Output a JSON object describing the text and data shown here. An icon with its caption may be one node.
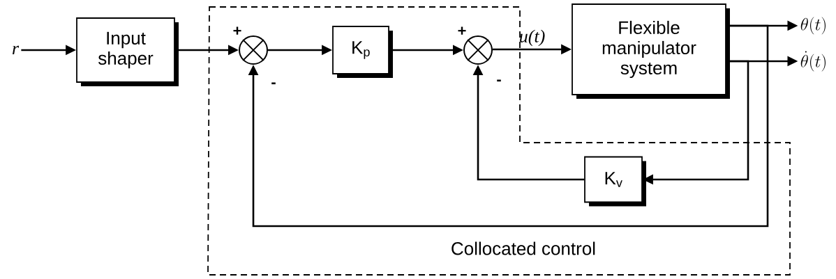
{
  "diagram": {
    "nodes": [
      {
        "text": [
          "r"
        ]
      },
      {
        "text": [
          "Input shaper"
        ]
      },
      {
        "text": [
          "Collocated control"
        ]
      },
      {
        "text": [],
        "shape": "circle",
        "in": 2
      },
      {
        "text": [
          "K$_{p}$"
        ],
        "in": 2
      },
      {
        "text": [],
        "shape": "circle",
        "in": 2
      },
      {
        "text": [
          "Flexible manipulator system"
        ]
      },
      {
        "text": [
          "\\theta(t)"
        ]
      },
      {
        "text": [
          "\\dot{\\theta}(t)"
        ]
      },
      {
        "text": [
          "K$_{v}$"
        ],
        "in": 2
      }
    ],
    "edges": [
      {
        "from": 0,
        "to": 1,
        "arrow": "to"
      },
      {
        "from": 1,
        "to": 3,
        "arrow": "to"
      },
      {
        "from": 3,
        "to": 4,
        "arrow": "to"
      },
      {
        "from": 4,
        "to": 5,
        "arrow": "to"
      },
      {
        "from": 5,
        "to": 6,
        "arrow": "to",
        "label": "u(t)"
      },
      {
        "from": 6,
        "to": 7,
        "arrow": "to"
      },
      {
        "from": 6,
        "to": 8,
        "arrow": "to"
      },
      {
        "from": 6,
        "to": 9,
        "arrow": "to"
      },
      {
        "from": 9,
        "to": 5,
        "arrow": "to"
      },
      {
        "from": 6,
        "to": 3,
        "arrow": "to"
      }
    ],
    "labels": [
      "+",
      "-",
      "+",
      "-"
    ]
  }
}
